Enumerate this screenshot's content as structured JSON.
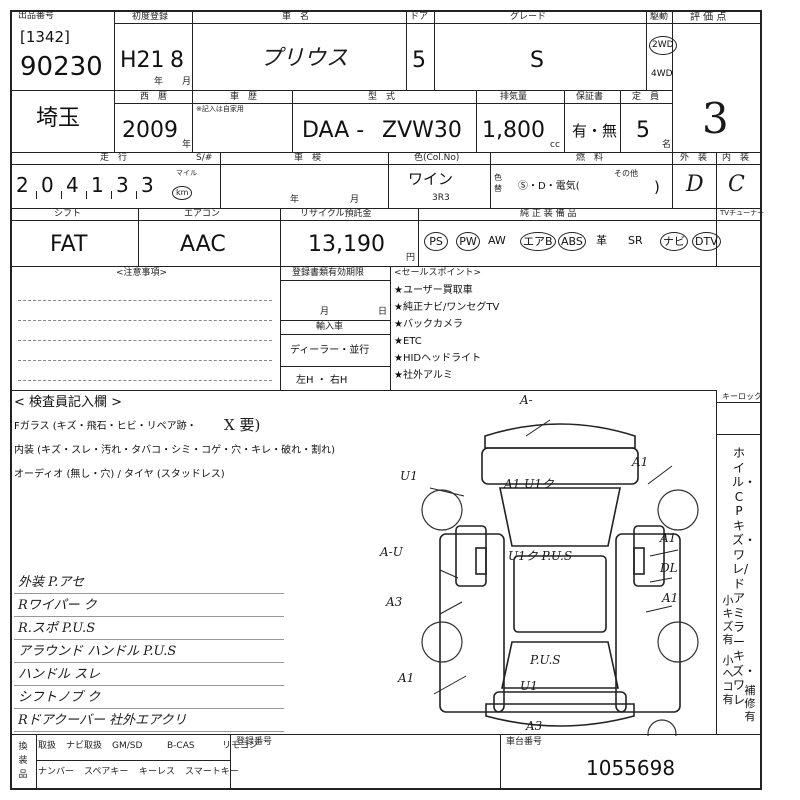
{
  "header": {
    "lot_label": "[1342]",
    "lot_number": "90230",
    "first_reg_label": "初度登録",
    "first_reg_era_year": "H21",
    "first_reg_month": "8",
    "first_reg_unit_year": "年",
    "first_reg_unit_month": "月",
    "car_name_label": "車　名",
    "car_name": "プリウス",
    "doors_label": "ドア",
    "doors": "5",
    "grade_label": "グレード",
    "grade": "S",
    "drive_label": "駆動",
    "drive_2wd": "2WD",
    "drive_4wd": "4WD",
    "score_label": "評 価 点"
  },
  "row2": {
    "region": "埼玉",
    "model_year_label": "西　暦",
    "model_year": "2009",
    "model_year_unit": "年",
    "history_label": "車　歴",
    "history_note": "※記入は自家用",
    "model_code_label": "型　式",
    "model_prefix": "DAA -",
    "model_code": "ZVW30",
    "displacement_label": "排気量",
    "displacement": "1,800",
    "displacement_unit": "cc",
    "warranty_label": "保証書",
    "warranty": "有・無",
    "capacity_label": "定　員",
    "capacity": "5",
    "capacity_unit": "名",
    "score": "3"
  },
  "row3": {
    "mileage_label": "走　行",
    "mileage_digits": [
      "2",
      "0",
      "4",
      "1",
      "3",
      "3"
    ],
    "mileage_unit_top": "マイル",
    "mileage_unit_bottom": "km",
    "shaken_label": "S/#",
    "inspection_label": "車　検",
    "inspection_year": "年",
    "inspection_month": "月",
    "color_label": "色(Col.No)",
    "color": "ワイン",
    "color_code": "3R3",
    "color_change_label": "色替",
    "fuel_label": "燃　料",
    "fuel_options": "Ⓢ・D・電気(",
    "fuel_other": "その他",
    "fuel_close": ")",
    "exterior_label": "外　装",
    "exterior_grade": "D",
    "interior_label": "内　装",
    "interior_grade": "C"
  },
  "row4": {
    "shift_label": "シフト",
    "shift": "FAT",
    "aircon_label": "エアコン",
    "aircon": "AAC",
    "recycle_label": "リサイクル預託金",
    "recycle": "13,190",
    "recycle_unit": "円",
    "equipment_label": "純 正 装 備 品",
    "equipment": [
      {
        "label": "PS",
        "circled": true
      },
      {
        "label": "PW",
        "circled": true
      },
      {
        "label": "AW",
        "circled": false
      },
      {
        "label": "エアB",
        "circled": true
      },
      {
        "label": "ABS",
        "circled": true
      },
      {
        "label": "革",
        "circled": false
      },
      {
        "label": "SR",
        "circled": false
      },
      {
        "label": "ナビ",
        "circled": true
      },
      {
        "label": "DTV",
        "circled": true
      }
    ],
    "tv_tuner_label": "TVチューナー"
  },
  "notes": {
    "caution_label": "<注意事項>",
    "validity_label": "登録書類有効期限",
    "validity_month": "月",
    "validity_day": "日",
    "import_label": "輸入車",
    "import_value": "ディーラー・並行",
    "steering_value": "左H ・ 右H",
    "sales_label": "<セールスポイント>",
    "sales_points": [
      "★ユーザー買取車",
      "★純正ナビ/ワンセグTV",
      "★バックカメラ",
      "★ETC",
      "★HIDヘッドライト",
      "★社外アルミ"
    ]
  },
  "inspector": {
    "label": "< 検査員記入欄 >",
    "line1": "Fガラス (キズ・飛石・ヒビ・リペア跡・",
    "line1_mark": "X 要)",
    "line2": "内装 (キズ・スレ・汚れ・タバコ・シミ・コゲ・穴・キレ・破れ・割れ)",
    "line3": "オーディオ (無し・穴) / タイヤ (スタッドレス)",
    "handwritten": [
      "外装 P.アセ",
      "Rワイパー ク",
      "R.スポ P.U.S",
      "アラウンド ハンドル P.U.S",
      "ハンドル スレ",
      "シフトノブ ク",
      "Rドアクーバー 社外エアクリ"
    ]
  },
  "diagram": {
    "marks": [
      {
        "text": "A-",
        "pos": "front-top"
      },
      {
        "text": "U1",
        "pos": "front-left-fender"
      },
      {
        "text": "A1 U1ク",
        "pos": "hood"
      },
      {
        "text": "A1",
        "pos": "front-right-fender"
      },
      {
        "text": "A-U",
        "pos": "left-front-door"
      },
      {
        "text": "U1ク P.U.S",
        "pos": "roof"
      },
      {
        "text": "A1",
        "pos": "right-front-door"
      },
      {
        "text": "DL",
        "pos": "right-rear-door"
      },
      {
        "text": "A3",
        "pos": "left-rear-door"
      },
      {
        "text": "A1",
        "pos": "right-quarter"
      },
      {
        "text": "P.U.S",
        "pos": "trunk"
      },
      {
        "text": "A1",
        "pos": "left-rear-bumper"
      },
      {
        "text": "U1",
        "pos": "rear-bumper"
      },
      {
        "text": "A3",
        "pos": "rear-bottom"
      }
    ]
  },
  "side": {
    "key_label": "キーロック",
    "vertical_text": "ホイル・CPキズ・ワレ/ドアミラー キズ・ワレ",
    "small_scratch": "小キズ有",
    "small_dent": "小ヘコ有",
    "repair": "補修有"
  },
  "bottom": {
    "accessory_label": "換装品",
    "items_row1": [
      "取扱",
      "ナビ取扱",
      "GM/SD",
      "B-CAS",
      "リモコン"
    ],
    "items_row2": [
      "ナンバー",
      "スペアキー",
      "キーレス",
      "スマートキー"
    ],
    "reg_number_label": "登録番号",
    "chassis_label": "車台番号",
    "chassis_number": "1055698"
  }
}
